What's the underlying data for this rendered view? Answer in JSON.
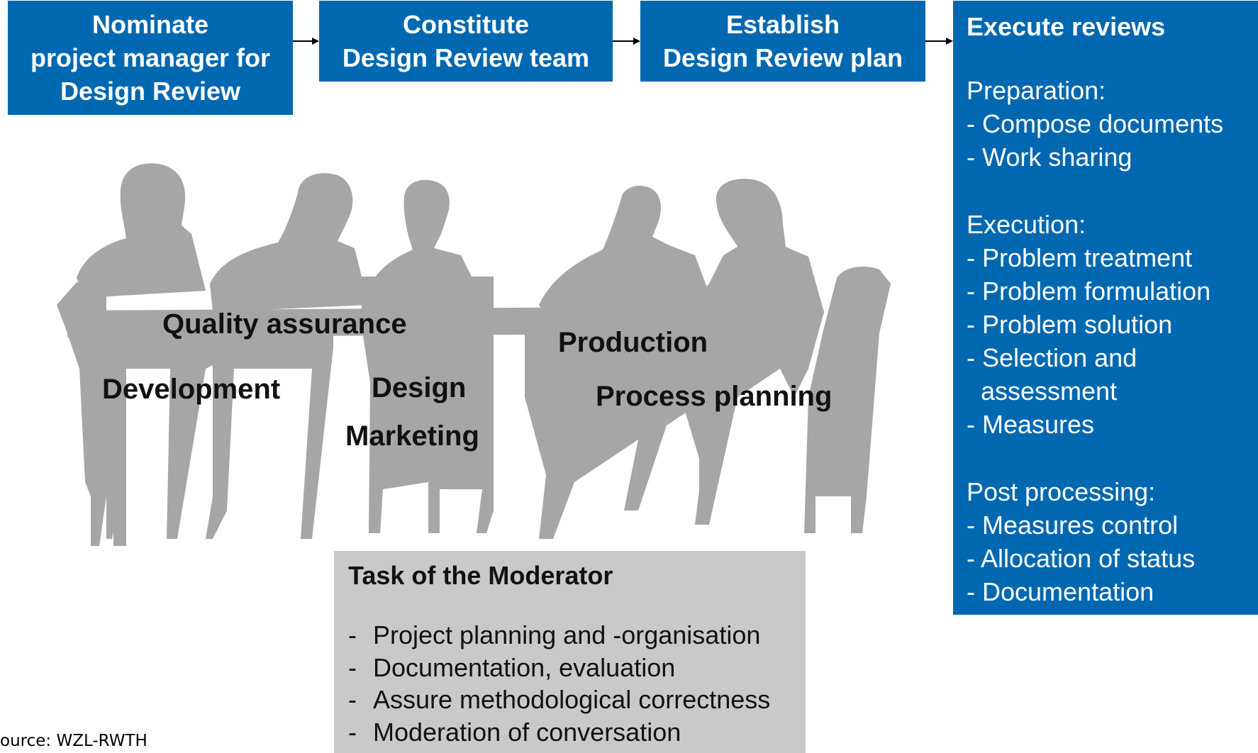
{
  "colors": {
    "step_blue": "#0068b0",
    "moderator_gray": "#c9c9c9",
    "silhouette_gray": "#a6a6a6",
    "arrow": "#000000"
  },
  "steps": [
    {
      "lines": [
        "Nominate",
        "project manager for",
        "Design Review"
      ]
    },
    {
      "lines": [
        "Constitute",
        "Design Review team"
      ]
    },
    {
      "lines": [
        "Establish",
        "Design Review plan"
      ]
    }
  ],
  "execute": {
    "title": "Execute reviews",
    "sections": [
      {
        "title": "Preparation:",
        "items": [
          "- Compose documents",
          "- Work sharing"
        ]
      },
      {
        "title": "Execution:",
        "items": [
          "- Problem treatment",
          "- Problem formulation",
          "- Problem solution",
          "- Selection and",
          "  assessment",
          "- Measures"
        ]
      },
      {
        "title": "Post processing:",
        "items": [
          "- Measures control",
          "- Allocation of status",
          "- Documentation"
        ]
      }
    ]
  },
  "roles": {
    "quality_assurance": "Quality assurance",
    "development": "Development",
    "design": "Design",
    "marketing": "Marketing",
    "production": "Production",
    "process_planning": "Process planning"
  },
  "moderator": {
    "title": "Task of the Moderator",
    "dash": "-",
    "items": [
      "Project planning and -organisation",
      "Documentation, evaluation",
      "Assure methodological correctness",
      "Moderation of conversation"
    ]
  },
  "source": "ource: WZL-RWTH"
}
